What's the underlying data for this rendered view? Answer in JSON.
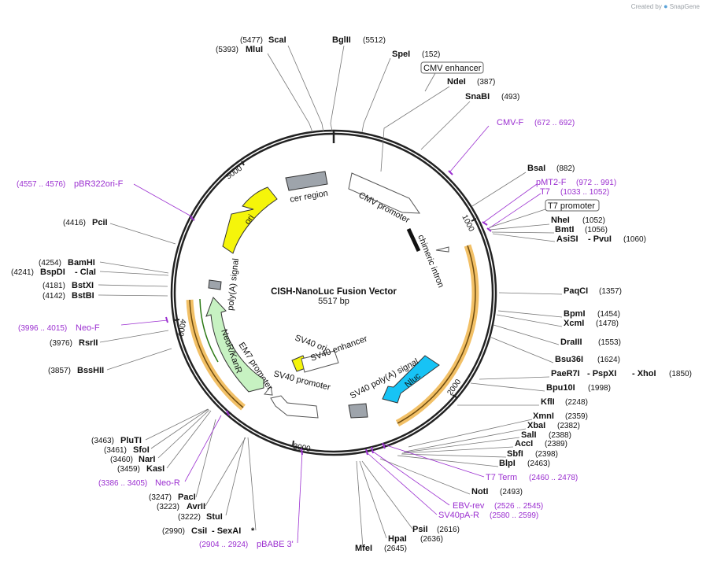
{
  "brand": {
    "created_by": "Created by",
    "name": "SnapGene"
  },
  "center": {
    "title": "CISH-NanoLuc Fusion Vector",
    "length": "5517 bp"
  },
  "ticks": [
    "1000",
    "2000",
    "3000",
    "4000",
    "5000"
  ],
  "features": [
    {
      "name": "CMV promoter",
      "color": "#ffffff"
    },
    {
      "name": "chimeric intron",
      "color": "#ffffff"
    },
    {
      "name": "Nluc",
      "color": "#17c3f5"
    },
    {
      "name": "SV40 poly(A) signal",
      "color": "#9ea4ab"
    },
    {
      "name": "SV40 promoter",
      "color": "#ffffff"
    },
    {
      "name": "SV40 ori",
      "color": "#f5f50a"
    },
    {
      "name": "SV40 enhancer",
      "color": "#ffffff"
    },
    {
      "name": "EM7 promoter",
      "color": "#ffffff"
    },
    {
      "name": "NeoR/KanR",
      "color": "#c7f2c2"
    },
    {
      "name": "poly(A) signal",
      "color": "#9ea4ab"
    },
    {
      "name": "ori",
      "color": "#f5f50a"
    },
    {
      "name": "cer region",
      "color": "#9ea4ab"
    },
    {
      "name": "CMV enhancer",
      "color": "#ffffff"
    },
    {
      "name": "T7 promoter",
      "color": "#ffffff"
    }
  ],
  "sites": [
    {
      "name": "ScaI",
      "pos": "(5477)"
    },
    {
      "name": "MluI",
      "pos": "(5393)"
    },
    {
      "name": "BglII",
      "pos": "(5512)"
    },
    {
      "name": "SpeI",
      "pos": "(152)"
    },
    {
      "name": "NdeI",
      "pos": "(387)"
    },
    {
      "name": "SnaBI",
      "pos": "(493)"
    },
    {
      "name": "BsaI",
      "pos": "(882)"
    },
    {
      "name": "NheI",
      "pos": "(1052)"
    },
    {
      "name": "BmtI",
      "pos": "(1056)"
    },
    {
      "name": "AsiSI",
      "pos": ""
    },
    {
      "name": "- PvuI",
      "pos": "(1060)"
    },
    {
      "name": "PaqCI",
      "pos": "(1357)"
    },
    {
      "name": "BpmI",
      "pos": "(1454)"
    },
    {
      "name": "XcmI",
      "pos": "(1478)"
    },
    {
      "name": "DraIII",
      "pos": "(1553)"
    },
    {
      "name": "Bsu36I",
      "pos": "(1624)"
    },
    {
      "name": "PaeR7I",
      "pos": ""
    },
    {
      "name": "- PspXI",
      "pos": ""
    },
    {
      "name": "- XhoI",
      "pos": "(1850)"
    },
    {
      "name": "Bpu10I",
      "pos": "(1998)"
    },
    {
      "name": "KflI",
      "pos": "(2248)"
    },
    {
      "name": "XmnI",
      "pos": "(2359)"
    },
    {
      "name": "XbaI",
      "pos": "(2382)"
    },
    {
      "name": "SalI",
      "pos": "(2388)"
    },
    {
      "name": "AccI",
      "pos": "(2389)"
    },
    {
      "name": "SbfI",
      "pos": "(2398)"
    },
    {
      "name": "BlpI",
      "pos": "(2463)"
    },
    {
      "name": "NotI",
      "pos": "(2493)"
    },
    {
      "name": "PsiI",
      "pos": "(2616)"
    },
    {
      "name": "HpaI",
      "pos": "(2636)"
    },
    {
      "name": "MfeI",
      "pos": "(2645)"
    },
    {
      "name": "CsiI",
      "pos": "(2990)"
    },
    {
      "name": "- SexAI",
      "pos": "*"
    },
    {
      "name": "StuI",
      "pos": "(3222)"
    },
    {
      "name": "AvrII",
      "pos": "(3223)"
    },
    {
      "name": "PacI",
      "pos": "(3247)"
    },
    {
      "name": "KasI",
      "pos": "(3459)"
    },
    {
      "name": "NarI",
      "pos": "(3460)"
    },
    {
      "name": "SfoI",
      "pos": "(3461)"
    },
    {
      "name": "PluTI",
      "pos": "(3463)"
    },
    {
      "name": "BssHII",
      "pos": "(3857)"
    },
    {
      "name": "RsrII",
      "pos": "(3976)"
    },
    {
      "name": "BstBI",
      "pos": "(4142)"
    },
    {
      "name": "BstXI",
      "pos": "(4181)"
    },
    {
      "name": "BspDI",
      "pos": "(4241)"
    },
    {
      "name": "- ClaI",
      "pos": ""
    },
    {
      "name": "BamHI",
      "pos": "(4254)"
    },
    {
      "name": "PciI",
      "pos": "(4416)"
    }
  ],
  "primers": [
    {
      "name": "CMV-F",
      "range": "(672 .. 692)"
    },
    {
      "name": "pMT2-F",
      "range": "(972 .. 991)"
    },
    {
      "name": "T7",
      "range": "(1033 .. 1052)"
    },
    {
      "name": "T7 Term",
      "range": "(2460 .. 2478)"
    },
    {
      "name": "EBV-rev",
      "range": "(2526 .. 2545)"
    },
    {
      "name": "SV40pA-R",
      "range": "(2580 .. 2599)"
    },
    {
      "name": "pBABE 3'",
      "range": "(2904 .. 2924)"
    },
    {
      "name": "Neo-R",
      "range": "(3386 .. 3405)"
    },
    {
      "name": "Neo-F",
      "range": "(3996 .. 4015)"
    },
    {
      "name": "pBR322ori-F",
      "range": "(4557 .. 4576)"
    }
  ],
  "colors": {
    "primer": "#9b2fd0",
    "orf": "#e9a53a",
    "backbone": "#222222"
  }
}
